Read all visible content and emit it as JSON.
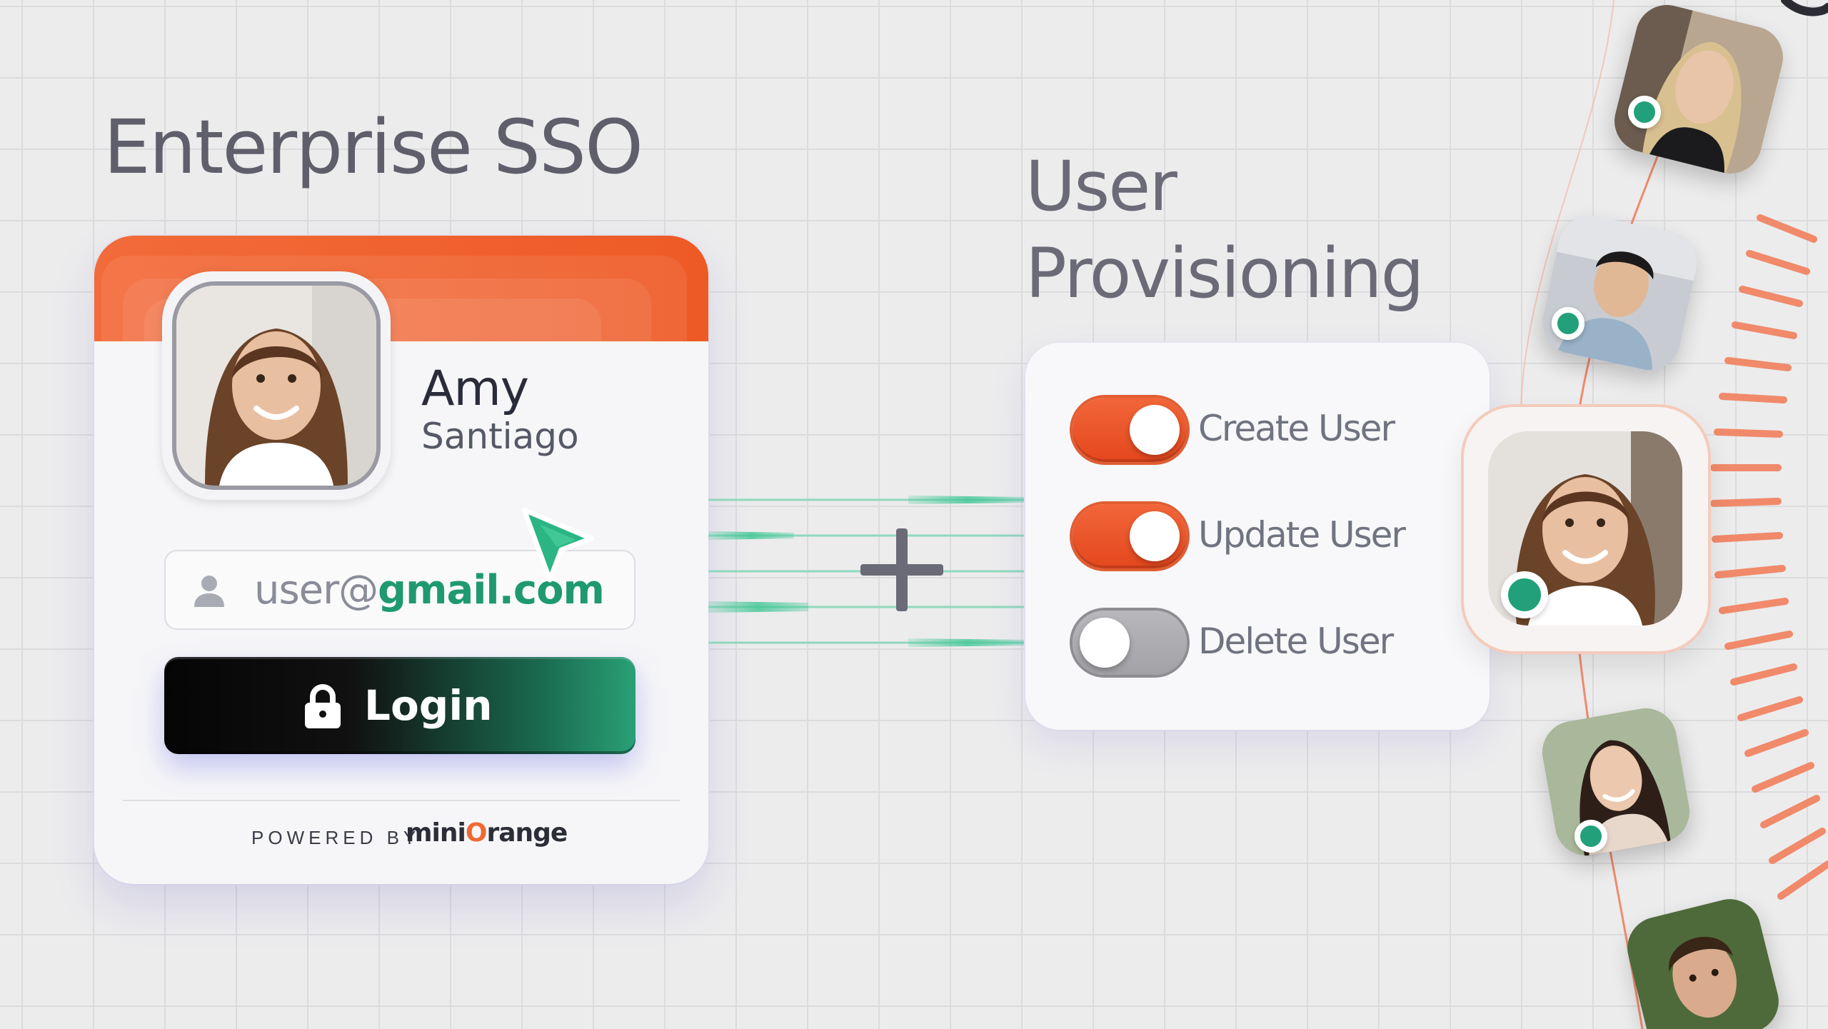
{
  "heading_sso": "Enterprise SSO",
  "heading_provisioning": {
    "line1": "User",
    "line2": "Provisioning"
  },
  "login_card": {
    "first_name": "Amy",
    "last_name": "Santiago",
    "email_user": "user@",
    "email_domain": "gmail.com",
    "login_label": "Login",
    "powered_by": "POWERED BY",
    "brand_prefix": "mini",
    "brand_o": "O",
    "brand_suffix": "range"
  },
  "provisioning": {
    "toggles": [
      {
        "label": "Create User",
        "state": "on"
      },
      {
        "label": "Update User",
        "state": "on"
      },
      {
        "label": "Delete User",
        "state": "off"
      }
    ]
  },
  "colors": {
    "accent_orange": "#ee5a25",
    "accent_green": "#22a07a",
    "text_dark": "#2a2c3a"
  },
  "icons": [
    "user-icon",
    "lock-icon",
    "cursor-icon",
    "plus-icon",
    "status-dot"
  ]
}
